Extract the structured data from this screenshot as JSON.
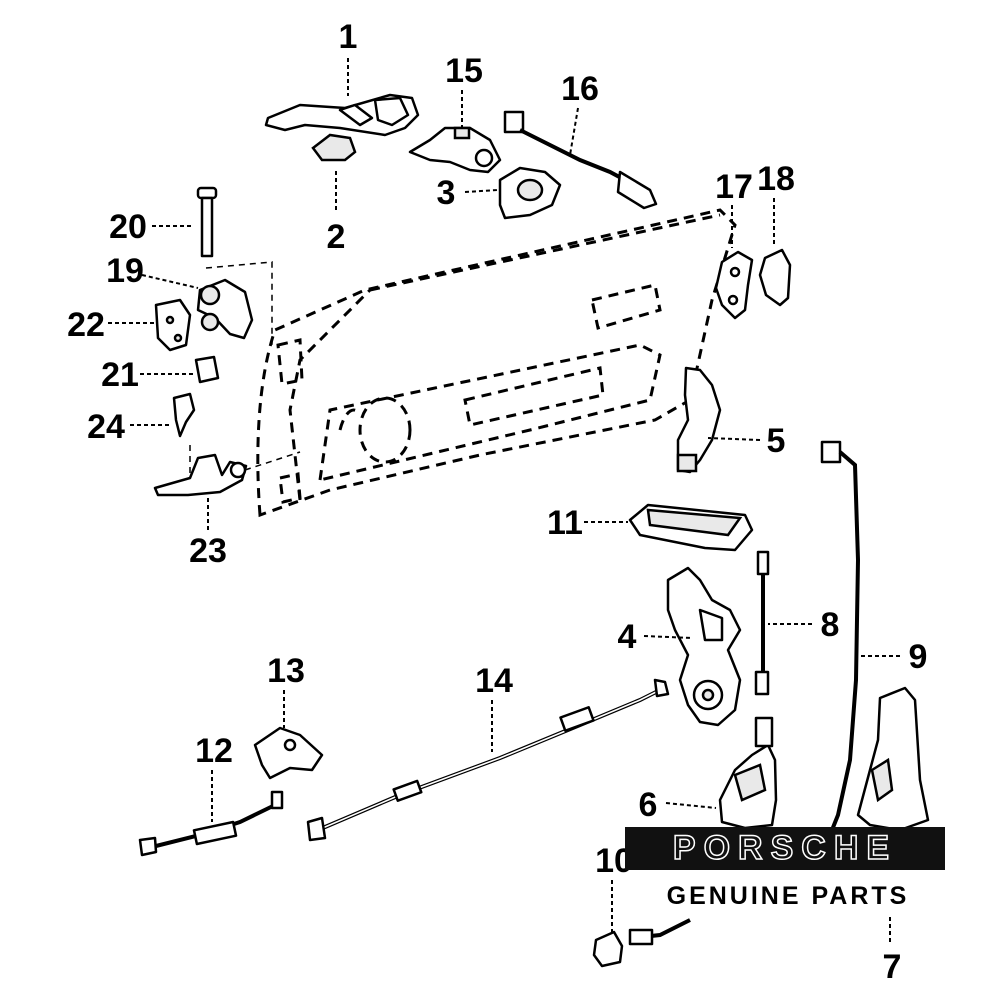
{
  "callouts": [
    {
      "id": "1",
      "label": "1"
    },
    {
      "id": "2",
      "label": "2"
    },
    {
      "id": "3",
      "label": "3"
    },
    {
      "id": "4",
      "label": "4"
    },
    {
      "id": "5",
      "label": "5"
    },
    {
      "id": "6",
      "label": "6"
    },
    {
      "id": "7",
      "label": "7"
    },
    {
      "id": "8",
      "label": "8"
    },
    {
      "id": "9",
      "label": "9"
    },
    {
      "id": "10",
      "label": "10"
    },
    {
      "id": "11",
      "label": "11"
    },
    {
      "id": "12",
      "label": "12"
    },
    {
      "id": "13",
      "label": "13"
    },
    {
      "id": "14",
      "label": "14"
    },
    {
      "id": "15",
      "label": "15"
    },
    {
      "id": "16",
      "label": "16"
    },
    {
      "id": "17",
      "label": "17"
    },
    {
      "id": "18",
      "label": "18"
    },
    {
      "id": "19",
      "label": "19"
    },
    {
      "id": "20",
      "label": "20"
    },
    {
      "id": "21",
      "label": "21"
    },
    {
      "id": "22",
      "label": "22"
    },
    {
      "id": "23",
      "label": "23"
    },
    {
      "id": "24",
      "label": "24"
    }
  ],
  "watermark": {
    "brand": "PORSCHE",
    "tagline": "GENUINE PARTS"
  }
}
